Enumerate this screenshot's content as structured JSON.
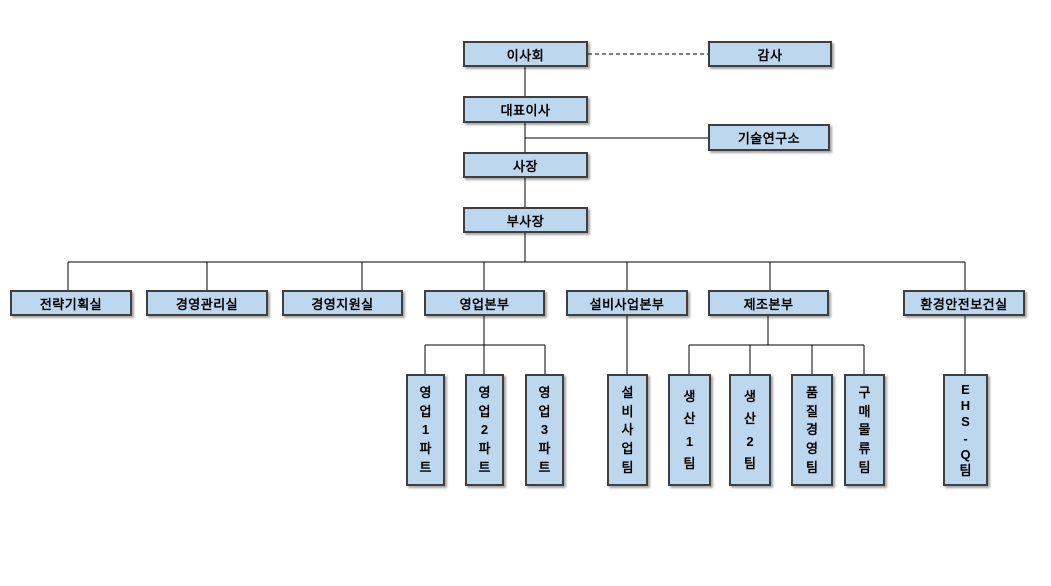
{
  "org_chart": {
    "type": "organization-chart",
    "executive_chain": [
      {
        "key": "board",
        "label": "이사회"
      },
      {
        "key": "ceo",
        "label": "대표이사"
      },
      {
        "key": "president",
        "label": "사장"
      },
      {
        "key": "vice-president",
        "label": "부사장"
      }
    ],
    "advisory": [
      {
        "key": "auditor",
        "label": "감사",
        "linked_to": "board",
        "link_style": "dashed"
      },
      {
        "key": "tech-research",
        "label": "기술연구소",
        "linked_to": "ceo",
        "link_style": "solid"
      }
    ],
    "departments": [
      {
        "key": "strategic-planning",
        "label": "전략기획실"
      },
      {
        "key": "management-administration",
        "label": "경영관리실"
      },
      {
        "key": "management-support",
        "label": "경영지원실"
      },
      {
        "key": "sales-division",
        "label": "영업본부"
      },
      {
        "key": "equipment-business-division",
        "label": "설비사업본부"
      },
      {
        "key": "manufacturing-division",
        "label": "제조본부"
      },
      {
        "key": "environment-safety-health",
        "label": "환경안전보건실"
      }
    ],
    "teams": [
      {
        "key": "sales-part-1",
        "label": "영업1파트",
        "parent": "영업본부"
      },
      {
        "key": "sales-part-2",
        "label": "영업2파트",
        "parent": "영업본부"
      },
      {
        "key": "sales-part-3",
        "label": "영업3파트",
        "parent": "영업본부"
      },
      {
        "key": "equipment-business-team",
        "label": "설비사업팀",
        "parent": "설비사업본부"
      },
      {
        "key": "production-team-1",
        "label": "생산1팀",
        "parent": "제조본부"
      },
      {
        "key": "production-team-2",
        "label": "생산2팀",
        "parent": "제조본부"
      },
      {
        "key": "quality-management-team",
        "label": "품질경영팀",
        "parent": "제조본부"
      },
      {
        "key": "purchasing-logistics-team",
        "label": "구매물류팀",
        "parent": "제조본부"
      },
      {
        "key": "ehs-q-team",
        "label": "EHS-Q팀",
        "parent": "환경안전보건실"
      }
    ]
  },
  "colors": {
    "box_fill": "#bdd7ee",
    "box_border": "#3f3f3f",
    "connector": "#000000",
    "background": "#ffffff"
  }
}
